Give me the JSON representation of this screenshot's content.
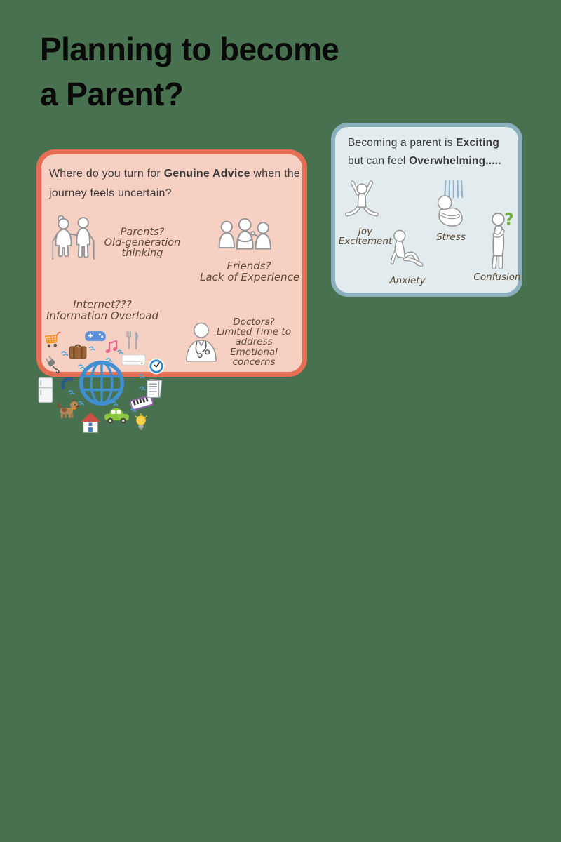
{
  "page": {
    "background": "#48724f"
  },
  "title": {
    "line1": "Planning to become",
    "line2": "a Parent?"
  },
  "advice_box": {
    "colors": {
      "border": "#e56f55",
      "fill": "#f7d0c4"
    },
    "heading": {
      "pre": "Where do you turn for ",
      "bold": "Genuine Advice",
      "post": " when the",
      "line2": "journey feels uncertain?"
    },
    "items": {
      "parents": {
        "lines": [
          "Parents?",
          "Old-generation",
          "thinking"
        ]
      },
      "friends": {
        "lines": [
          "Friends?",
          "Lack of Experience"
        ]
      },
      "internet": {
        "lines": [
          "Internet???",
          "Information Overload"
        ]
      },
      "doctors": {
        "lines": [
          "Doctors?",
          "Limited Time to",
          "address",
          "Emotional",
          "concerns"
        ]
      }
    },
    "cluster_icons": [
      "shopping-cart",
      "suitcase",
      "gamepad",
      "music-notes",
      "fork-knife",
      "air-conditioner",
      "clock",
      "power-plug",
      "globe",
      "phone",
      "fridge",
      "dog",
      "house",
      "car",
      "piano",
      "light-bulb",
      "document"
    ]
  },
  "feelings_box": {
    "colors": {
      "border": "#8cafbd",
      "fill": "#e2ebee"
    },
    "heading": {
      "pre": "Becoming a parent is ",
      "bold1": "Exciting",
      "line2pre": "but can feel ",
      "bold2": "Overwhelming....."
    },
    "labels": {
      "joy": {
        "lines": [
          "Joy",
          "Excitement"
        ]
      },
      "stress": "Stress",
      "anxiety": "Anxiety",
      "confusion": "Confusion"
    }
  }
}
